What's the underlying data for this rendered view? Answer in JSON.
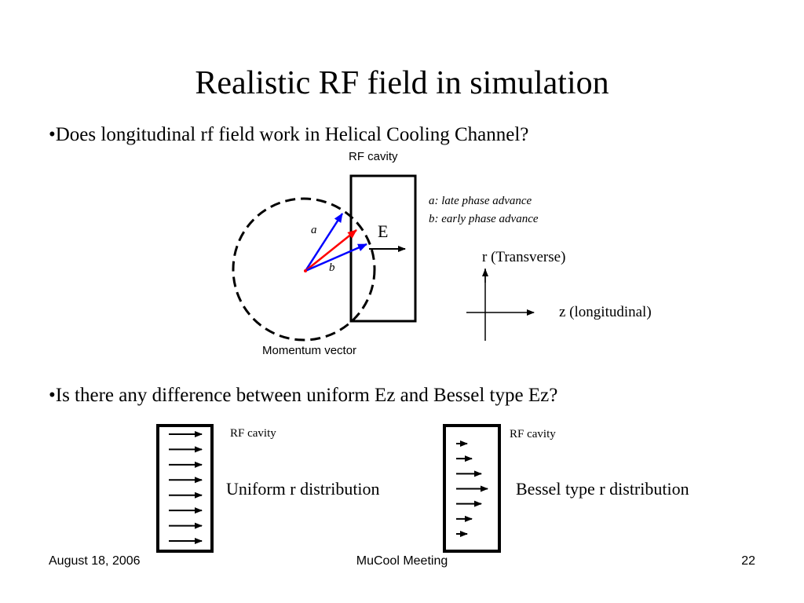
{
  "slide": {
    "title": "Realistic RF field in simulation",
    "bullet1": "•Does longitudinal rf field work in Helical Cooling Channel?",
    "bullet2": "•Is there any difference between uniform Ez and Bessel type Ez?"
  },
  "diagram1": {
    "cavity_label": "RF cavity",
    "field_label": "E",
    "vector_a": "a",
    "vector_b": "b",
    "legend_a": "a: late phase advance",
    "legend_b": "b: early phase advance",
    "momentum_label": "Momentum vector",
    "colors": {
      "vector_a": "#0000ff",
      "vector_b": "#0000ff",
      "reference": "#ff0000"
    }
  },
  "axes": {
    "r_label": "r (Transverse)",
    "z_label": "z (longitudinal)"
  },
  "diagram2": {
    "uniform": {
      "cavity_label": "RF cavity",
      "caption": "Uniform r distribution",
      "arrow_strengths": [
        1,
        1,
        1,
        1,
        1,
        1,
        1,
        1
      ]
    },
    "bessel": {
      "cavity_label": "RF cavity",
      "caption": "Bessel type r distribution",
      "arrow_strengths": [
        0.35,
        0.5,
        0.8,
        1,
        0.8,
        0.5,
        0.35
      ]
    }
  },
  "footer": {
    "date": "August 18, 2006",
    "event": "MuCool Meeting",
    "page": "22"
  }
}
